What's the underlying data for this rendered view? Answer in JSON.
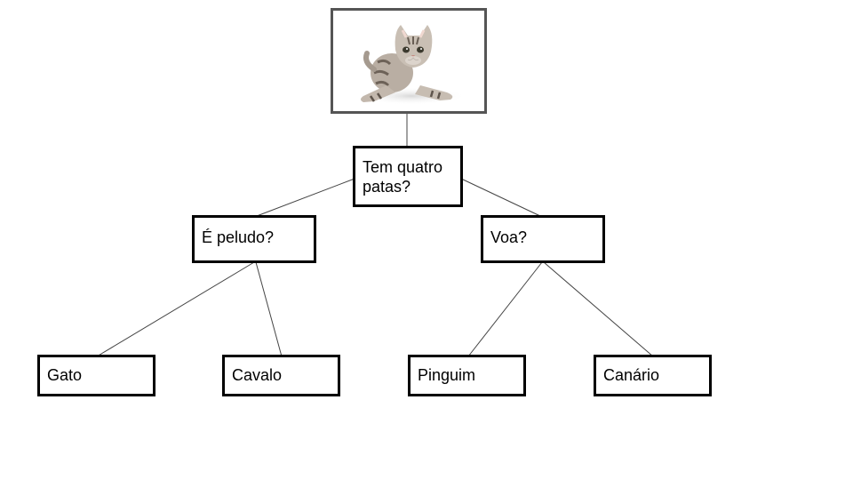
{
  "image": {
    "subject": "kitten-photo"
  },
  "tree": {
    "root": {
      "label": "Tem quatro patas?"
    },
    "left": {
      "label": "É peludo?"
    },
    "right": {
      "label": "Voa?"
    },
    "leaves": [
      {
        "label": "Gato"
      },
      {
        "label": "Cavalo"
      },
      {
        "label": "Pinguim"
      },
      {
        "label": "Canário"
      }
    ]
  },
  "colors": {
    "box_border": "#000000",
    "image_border": "#555555",
    "connector": "#444444"
  }
}
